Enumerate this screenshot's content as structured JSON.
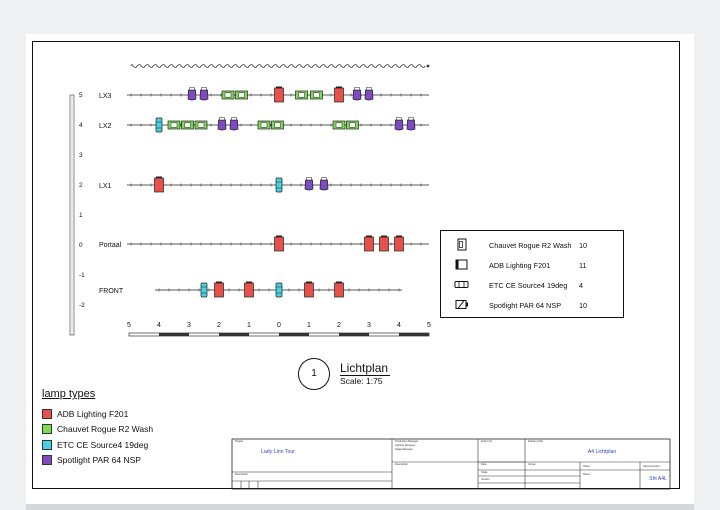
{
  "scale_labels": [
    "5",
    "4",
    "3",
    "2",
    "1",
    "0",
    "1",
    "2",
    "3",
    "4",
    "5"
  ],
  "vertical_labels": [
    "5",
    "4",
    "3",
    "2",
    "1",
    "0",
    "-1",
    "-2"
  ],
  "battens": [
    {
      "name": "LX3",
      "fixtures": [
        {
          "type": "spot",
          "x": -2.9
        },
        {
          "type": "spot",
          "x": -2.5
        },
        {
          "type": "wash",
          "x": -1.7
        },
        {
          "type": "wash",
          "x": -1.25
        },
        {
          "type": "adb",
          "x": 0
        },
        {
          "type": "wash",
          "x": 0.75
        },
        {
          "type": "wash",
          "x": 1.25
        },
        {
          "type": "adb",
          "x": 2.0
        },
        {
          "type": "spot",
          "x": 2.6
        },
        {
          "type": "spot",
          "x": 3.0
        }
      ]
    },
    {
      "name": "LX2",
      "fixtures": [
        {
          "type": "etc",
          "x": -4.0
        },
        {
          "type": "wash",
          "x": -3.5
        },
        {
          "type": "wash",
          "x": -3.05
        },
        {
          "type": "wash",
          "x": -2.6
        },
        {
          "type": "spot",
          "x": -1.9
        },
        {
          "type": "spot",
          "x": -1.5
        },
        {
          "type": "wash",
          "x": -0.5
        },
        {
          "type": "wash",
          "x": -0.05
        },
        {
          "type": "wash",
          "x": 2.0
        },
        {
          "type": "wash",
          "x": 2.45
        },
        {
          "type": "spot",
          "x": 4.0
        },
        {
          "type": "spot",
          "x": 4.4
        }
      ]
    },
    {
      "name": "LX1",
      "fixtures": [
        {
          "type": "adb",
          "x": -4.0
        },
        {
          "type": "etc",
          "x": 0
        },
        {
          "type": "spot",
          "x": 1.0
        },
        {
          "type": "spot",
          "x": 1.5
        }
      ]
    },
    {
      "name": "Portaal",
      "fixtures": [
        {
          "type": "adb",
          "x": 0
        },
        {
          "type": "adb",
          "x": 3.0
        },
        {
          "type": "adb",
          "x": 3.5
        },
        {
          "type": "adb",
          "x": 4.0
        }
      ]
    },
    {
      "name": "FRONT",
      "fixtures": [
        {
          "type": "etc",
          "x": -2.5
        },
        {
          "type": "adb",
          "x": -2.0
        },
        {
          "type": "adb",
          "x": -1.0
        },
        {
          "type": "etc",
          "x": 0
        },
        {
          "type": "adb",
          "x": 1.0
        },
        {
          "type": "adb",
          "x": 2.0
        }
      ]
    }
  ],
  "fixture_types": {
    "adb": {
      "name": "ADB Lighting F201",
      "color": "#e8504a",
      "count": "11"
    },
    "wash": {
      "name": "Chauvet Rogue R2 Wash",
      "color": "#7ed957",
      "count": "10"
    },
    "etc": {
      "name": "ETC CE Source4 19deg",
      "color": "#48d1e0",
      "count": "4"
    },
    "spot": {
      "name": "Spotlight PAR 64 NSP",
      "color": "#7e4bc2",
      "count": "10"
    }
  },
  "key_order": [
    "wash",
    "adb",
    "etc",
    "spot"
  ],
  "legend_order": [
    "adb",
    "wash",
    "etc",
    "spot"
  ],
  "legend": {
    "title": "lamp types"
  },
  "drawing": {
    "number": "1",
    "name": "Lichtplan",
    "scale": "Scale: 1:75"
  },
  "title_block": {
    "project": "Lady Linn Tour",
    "sheet_title": "A4 Lichtplan",
    "sheet_no": "Sht A4L"
  }
}
